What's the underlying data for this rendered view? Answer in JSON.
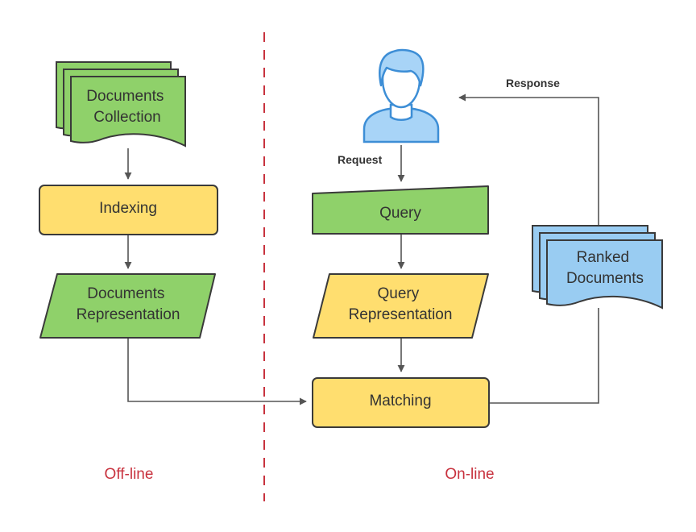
{
  "colors": {
    "green": "#8fd16a",
    "yellow": "#ffde6f",
    "blue": "#99ccf2",
    "user_fill": "#a8d4f7",
    "user_stroke": "#3d8ed6",
    "node_stroke": "#3a3a3a",
    "edge": "#555555",
    "divider": "#c8323e",
    "region_label": "#c8323e"
  },
  "nodes": {
    "documents_collection": {
      "lines": [
        "Documents",
        "Collection"
      ],
      "shape": "multi-document",
      "color": "green"
    },
    "indexing": {
      "lines": [
        "Indexing"
      ],
      "shape": "rounded-rectangle",
      "color": "yellow"
    },
    "documents_representation": {
      "lines": [
        "Documents",
        "Representation"
      ],
      "shape": "parallelogram",
      "color": "green"
    },
    "user": {
      "icon": "user-icon"
    },
    "query": {
      "lines": [
        "Query"
      ],
      "shape": "manual-input",
      "color": "green"
    },
    "query_representation": {
      "lines": [
        "Query",
        "Representation"
      ],
      "shape": "parallelogram",
      "color": "yellow"
    },
    "matching": {
      "lines": [
        "Matching"
      ],
      "shape": "rounded-rectangle",
      "color": "yellow"
    },
    "ranked_documents": {
      "lines": [
        "Ranked",
        "Documents"
      ],
      "shape": "multi-document",
      "color": "blue"
    }
  },
  "edge_labels": {
    "request": "Request",
    "response": "Response"
  },
  "regions": {
    "offline": "Off-line",
    "online": "On-line"
  }
}
